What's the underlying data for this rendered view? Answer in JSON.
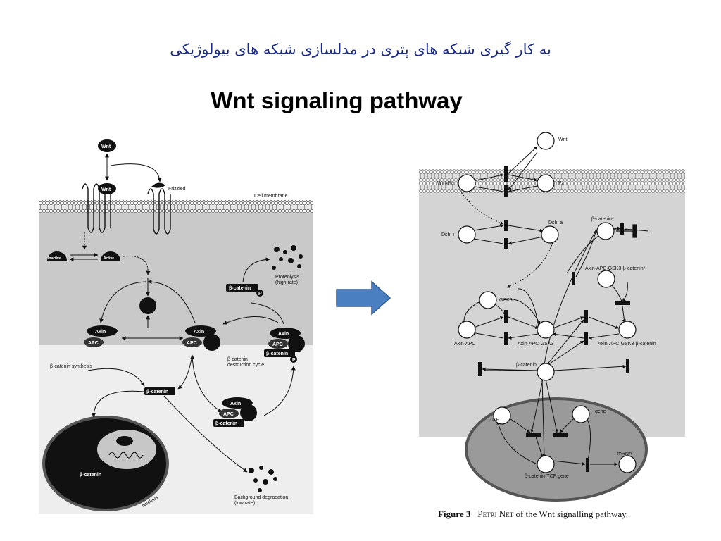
{
  "slide": {
    "title_fa": "به کار گیری شبکه های پتری در مدلسازی شبکه های بیولوژیکی",
    "subtitle": "Wnt signaling pathway"
  },
  "left_diagram": {
    "labels": {
      "wnt_top": "Wnt",
      "wnt_bound": "Wnt",
      "frizzled": "Frizzled",
      "cell_membrane": "Cell membrane",
      "inactive": "Inactive",
      "active": "Active",
      "proteolysis": "Proteolysis\n(high rate)",
      "beta_catenin_p": "β-catenin",
      "p": "P",
      "axin_left": "Axin",
      "apc_left": "APC",
      "axin_mid": "Axin",
      "apc_mid": "APC",
      "axin_right": "Axin",
      "apc_right": "APC",
      "beta_catenin_right": "β-catenin",
      "destruction_cycle": "β-catenin\ndestruction cycle",
      "synthesis": "β-catenin synthesis",
      "beta_catenin_center": "β-catenin",
      "axin_bottom": "Axin",
      "apc_bottom": "APC",
      "beta_catenin_bottom": "β-catenin",
      "beta_catenin_nucleus": "β-catenin",
      "nucleus": "Nucleus",
      "background_degradation": "Background degradation\n(low rate)"
    }
  },
  "right_diagram": {
    "places": {
      "wnt": "Wnt",
      "wnt_fz": "Wnt·Fz",
      "fz": "Fz",
      "dsh_i": "Dsh_i",
      "dsh_a": "Dsh_a",
      "beta_catenin_star": "β-catenin*",
      "axin_complex_star": "Axin·APC·GSK3·β-catenin*",
      "gsk3": "GSK3",
      "axin_apc": "Axin·APC",
      "axin_apc_gsk3": "Axin·APC·GSK3",
      "axin_apc_gsk3_bcat": "Axin·APC·GSK3·β-catenin",
      "beta_catenin": "β-catenin",
      "tcf": "TCF",
      "gene": "gene",
      "mrna": "mRNA",
      "bcat_tcf_gene": "β-catenin·TCF·gene"
    },
    "caption_fig": "Figure 3",
    "caption_text_sc": "Petri Net",
    "caption_text_rest": " of the Wnt signalling pathway."
  },
  "arrow": {
    "direction": "right",
    "color": "#4a7fc1"
  },
  "colors": {
    "title": "#1a2a8a",
    "subtitle": "#000000",
    "arrow_fill": "#4a7fc1",
    "arrow_stroke": "#2e5a95"
  }
}
